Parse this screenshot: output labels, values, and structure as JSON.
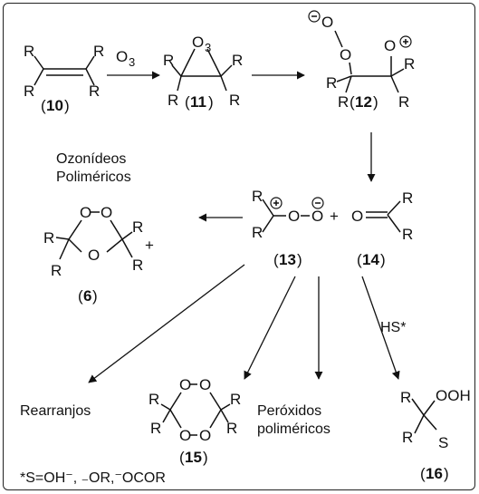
{
  "atoms": {
    "R": "R",
    "O": "O",
    "S": "S",
    "O3_sub": "3",
    "OOH": "OOH",
    "plus_sign": "+"
  },
  "compounds": {
    "c10": "10",
    "c11": "11",
    "c12": "12",
    "c13": "13",
    "c14": "14",
    "c6": "6",
    "c15": "15",
    "c16": "16"
  },
  "paren": {
    "open": "(",
    "close": ")"
  },
  "reagent": {
    "ozone": "O",
    "ozone_sub": "3",
    "hs": "HS*"
  },
  "labels": {
    "ozonideos_1": "Ozonídeos",
    "ozonideos_2": "Poliméricos",
    "rearranjos": "Rearranjos",
    "peroxidos_1": "Peróxidos",
    "peroxidos_2": "poliméricos",
    "footnote": "*S=OH⁻, ₋OR,⁻OCOR"
  }
}
